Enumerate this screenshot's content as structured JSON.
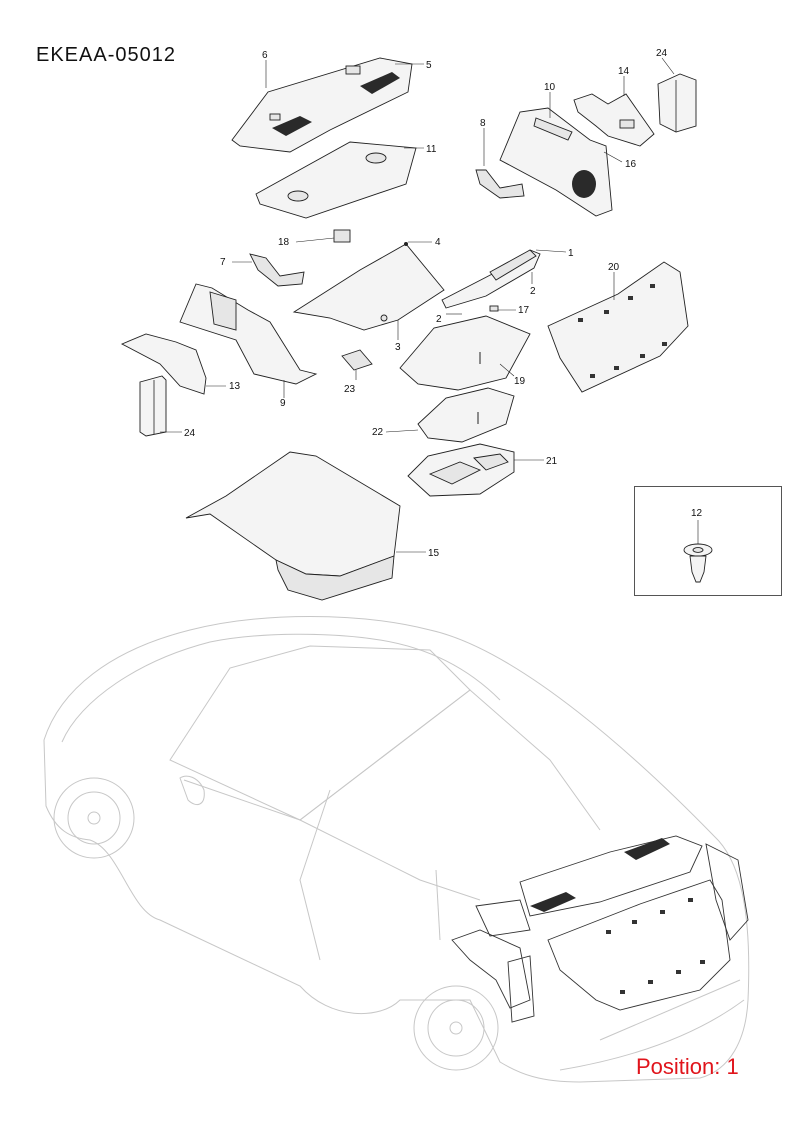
{
  "diagram": {
    "code": "EKEAA-05012",
    "position_label": "Position: 1",
    "callouts": [
      {
        "id": "c1",
        "text": "1"
      },
      {
        "id": "c2a",
        "text": "2"
      },
      {
        "id": "c2b",
        "text": "2"
      },
      {
        "id": "c3",
        "text": "3"
      },
      {
        "id": "c4",
        "text": "4"
      },
      {
        "id": "c5",
        "text": "5"
      },
      {
        "id": "c6",
        "text": "6"
      },
      {
        "id": "c7",
        "text": "7"
      },
      {
        "id": "c8",
        "text": "8"
      },
      {
        "id": "c9",
        "text": "9"
      },
      {
        "id": "c10",
        "text": "10"
      },
      {
        "id": "c11",
        "text": "11"
      },
      {
        "id": "c12",
        "text": "12"
      },
      {
        "id": "c13",
        "text": "13"
      },
      {
        "id": "c14",
        "text": "14"
      },
      {
        "id": "c15",
        "text": "15"
      },
      {
        "id": "c16",
        "text": "16"
      },
      {
        "id": "c17",
        "text": "17"
      },
      {
        "id": "c18",
        "text": "18"
      },
      {
        "id": "c19",
        "text": "19"
      },
      {
        "id": "c20",
        "text": "20"
      },
      {
        "id": "c21",
        "text": "21"
      },
      {
        "id": "c22",
        "text": "22"
      },
      {
        "id": "c23",
        "text": "23"
      },
      {
        "id": "c24a",
        "text": "24"
      },
      {
        "id": "c24b",
        "text": "24"
      }
    ],
    "colors": {
      "position": "#e0141b",
      "line": "#222222",
      "car": "#c7c7c7"
    }
  }
}
